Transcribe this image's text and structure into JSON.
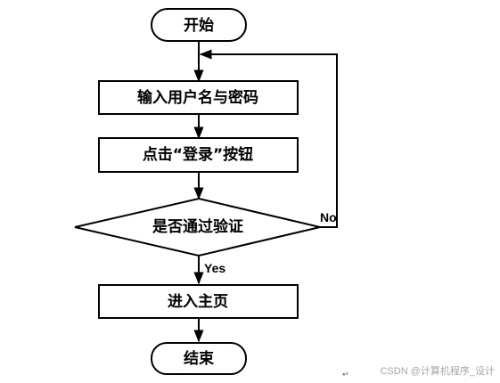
{
  "flowchart": {
    "nodes": [
      {
        "id": "start",
        "shape": "terminal",
        "label": "开始"
      },
      {
        "id": "input",
        "shape": "process",
        "label": "输入用户名与密码"
      },
      {
        "id": "login",
        "shape": "process",
        "label": "点击“登录”按钮"
      },
      {
        "id": "check",
        "shape": "decision",
        "label": "是否通过验证"
      },
      {
        "id": "home",
        "shape": "process",
        "label": "进入主页"
      },
      {
        "id": "end",
        "shape": "terminal",
        "label": "结束"
      }
    ],
    "edges": [
      {
        "from": "start",
        "to": "input",
        "label": ""
      },
      {
        "from": "input",
        "to": "login",
        "label": ""
      },
      {
        "from": "login",
        "to": "check",
        "label": ""
      },
      {
        "from": "check",
        "to": "home",
        "label": "Yes"
      },
      {
        "from": "check",
        "to": "input",
        "label": "No"
      },
      {
        "from": "home",
        "to": "end",
        "label": ""
      }
    ]
  },
  "watermark": "CSDN @计算机程序_设计",
  "paragraph_mark": "↵",
  "colors": {
    "stroke": "#000000",
    "background": "#ffffff",
    "watermark": "#a6a6a6"
  }
}
